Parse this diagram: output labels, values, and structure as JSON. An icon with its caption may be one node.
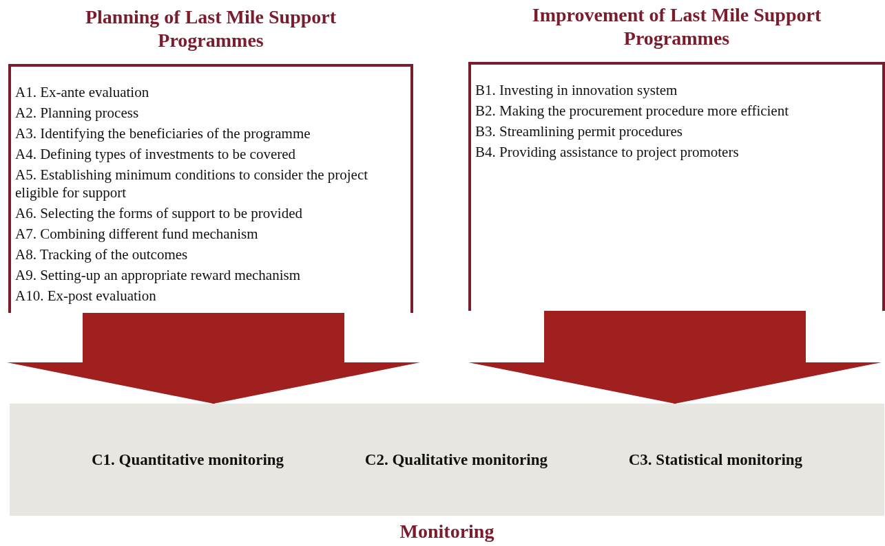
{
  "diagram": {
    "nodes": [
      {
        "text": [
          "Planning of Last Mile Support Programmes",
          "A1. Ex-ante evaluation",
          "A2. Planning process",
          "A3. Identifying the beneficiaries of the programme",
          "A4. Defining types of investments to be covered",
          "A5. Establishing minimum conditions to consider the project eligible for support",
          "A6. Selecting the forms of support to be provided",
          "A7. Combining different fund mechanism",
          "A8. Tracking of the outcomes",
          "A9. Setting-up an appropriate reward mechanism",
          "A10. Ex-post evaluation"
        ]
      },
      {
        "text": [
          "Improvement of Last Mile Support Programmes",
          "B1. Investing in innovation system",
          "B2. Making the procurement procedure more efficient",
          "B3. Streamlining permit procedures",
          "B4. Providing assistance to project promoters"
        ]
      },
      {
        "text": [
          "C1. Quantitative monitoring",
          "C2. Qualitative monitoring",
          "C3. Statistical monitoring",
          "Monitoring"
        ]
      }
    ],
    "edges": [
      {
        "from": 0,
        "to": 2,
        "arrow": "to"
      },
      {
        "from": 1,
        "to": 2,
        "arrow": "to"
      }
    ]
  }
}
